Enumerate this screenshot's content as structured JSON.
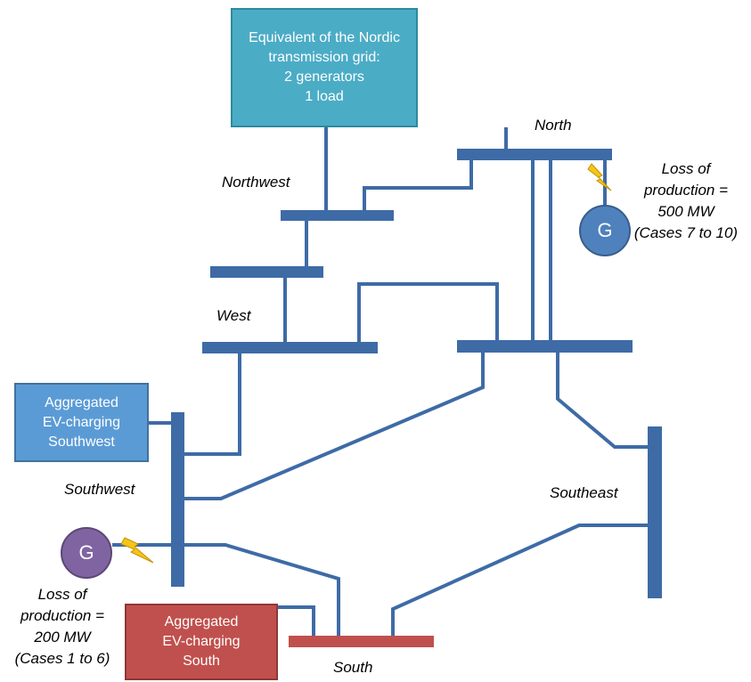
{
  "nordic_box": {
    "lines": [
      "Equivalent of the Nordic",
      "transmission grid:",
      "2 generators",
      "1 load"
    ]
  },
  "ev_southwest_box": {
    "lines": [
      "Aggregated",
      "EV-charging",
      "Southwest"
    ]
  },
  "ev_south_box": {
    "lines": [
      "Aggregated",
      "EV-charging",
      "South"
    ]
  },
  "bus_labels": {
    "north": "North",
    "northwest": "Northwest",
    "west": "West",
    "southwest": "Southwest",
    "southeast": "Southeast",
    "south": "South"
  },
  "generator_north": {
    "symbol": "G",
    "loss_lines": [
      "Loss of",
      "production =",
      "500 MW",
      "(Cases 7 to 10)"
    ]
  },
  "generator_southwest": {
    "symbol": "G",
    "loss_lines": [
      "Loss of",
      "production =",
      "200 MW",
      "(Cases 1 to 6)"
    ]
  },
  "icons": {
    "fault": "lightning-bolt-icon"
  },
  "colors": {
    "bus": "#3e6ba6",
    "bus_south": "#c0504d",
    "nordic_fill": "#4bacc6",
    "ev_southwest_fill": "#5b9bd5",
    "ev_south_fill": "#c0504d",
    "gen_north_fill": "#4f81bd",
    "gen_southwest_fill": "#8064a2",
    "bolt": "#f5c518"
  }
}
